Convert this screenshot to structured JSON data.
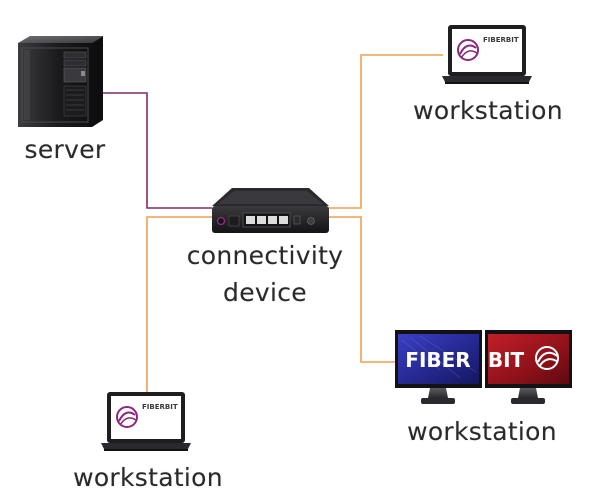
{
  "labels": {
    "server": "server",
    "device_line1": "connectivity",
    "device_line2": "device",
    "ws_top": "workstation",
    "ws_dual": "workstation",
    "ws_bottom": "workstation"
  },
  "logos": {
    "laptop_brand": "FIBERBIT",
    "monitor_left": "FIBER",
    "monitor_right": "BIT"
  },
  "colors": {
    "server_link": "#7b2d6a",
    "workstation_link": "#f0a050",
    "brand_purple": "#8a2a7e",
    "monitor_blue": "#2a2f9e",
    "monitor_red": "#a4161e"
  }
}
